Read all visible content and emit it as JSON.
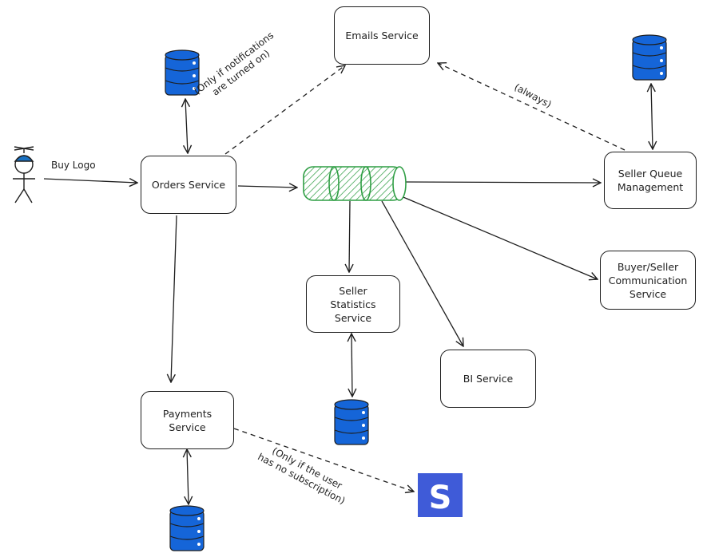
{
  "nodes": {
    "orders": "Orders Service",
    "emails": "Emails Service",
    "seller_queue": "Seller Queue\nManagement",
    "buyer_seller": "Buyer/Seller\nCommunication\nService",
    "seller_stats": "Seller\nStatistics\nService",
    "bi": "BI Service",
    "payments": "Payments\nService"
  },
  "edge_labels": {
    "buy_logo": "Buy Logo",
    "notifications": "(Only if notifications\nare turned on)",
    "always": "(always)",
    "subscription": "(Only if the user\nhas no subscription)"
  },
  "icons": {
    "user": "user-propeller-hat-icon",
    "database": "database-icon",
    "queue": "message-queue-icon",
    "stripe": "stripe-s-logo-icon"
  },
  "colors": {
    "database": "#1565d8",
    "queue_stroke": "#2f9e44",
    "queue_fill": "#b2f2bb",
    "stripe": "#3f5bd8",
    "user_hat": "#1971c2"
  },
  "stripe_logo": {
    "letter": "S"
  }
}
